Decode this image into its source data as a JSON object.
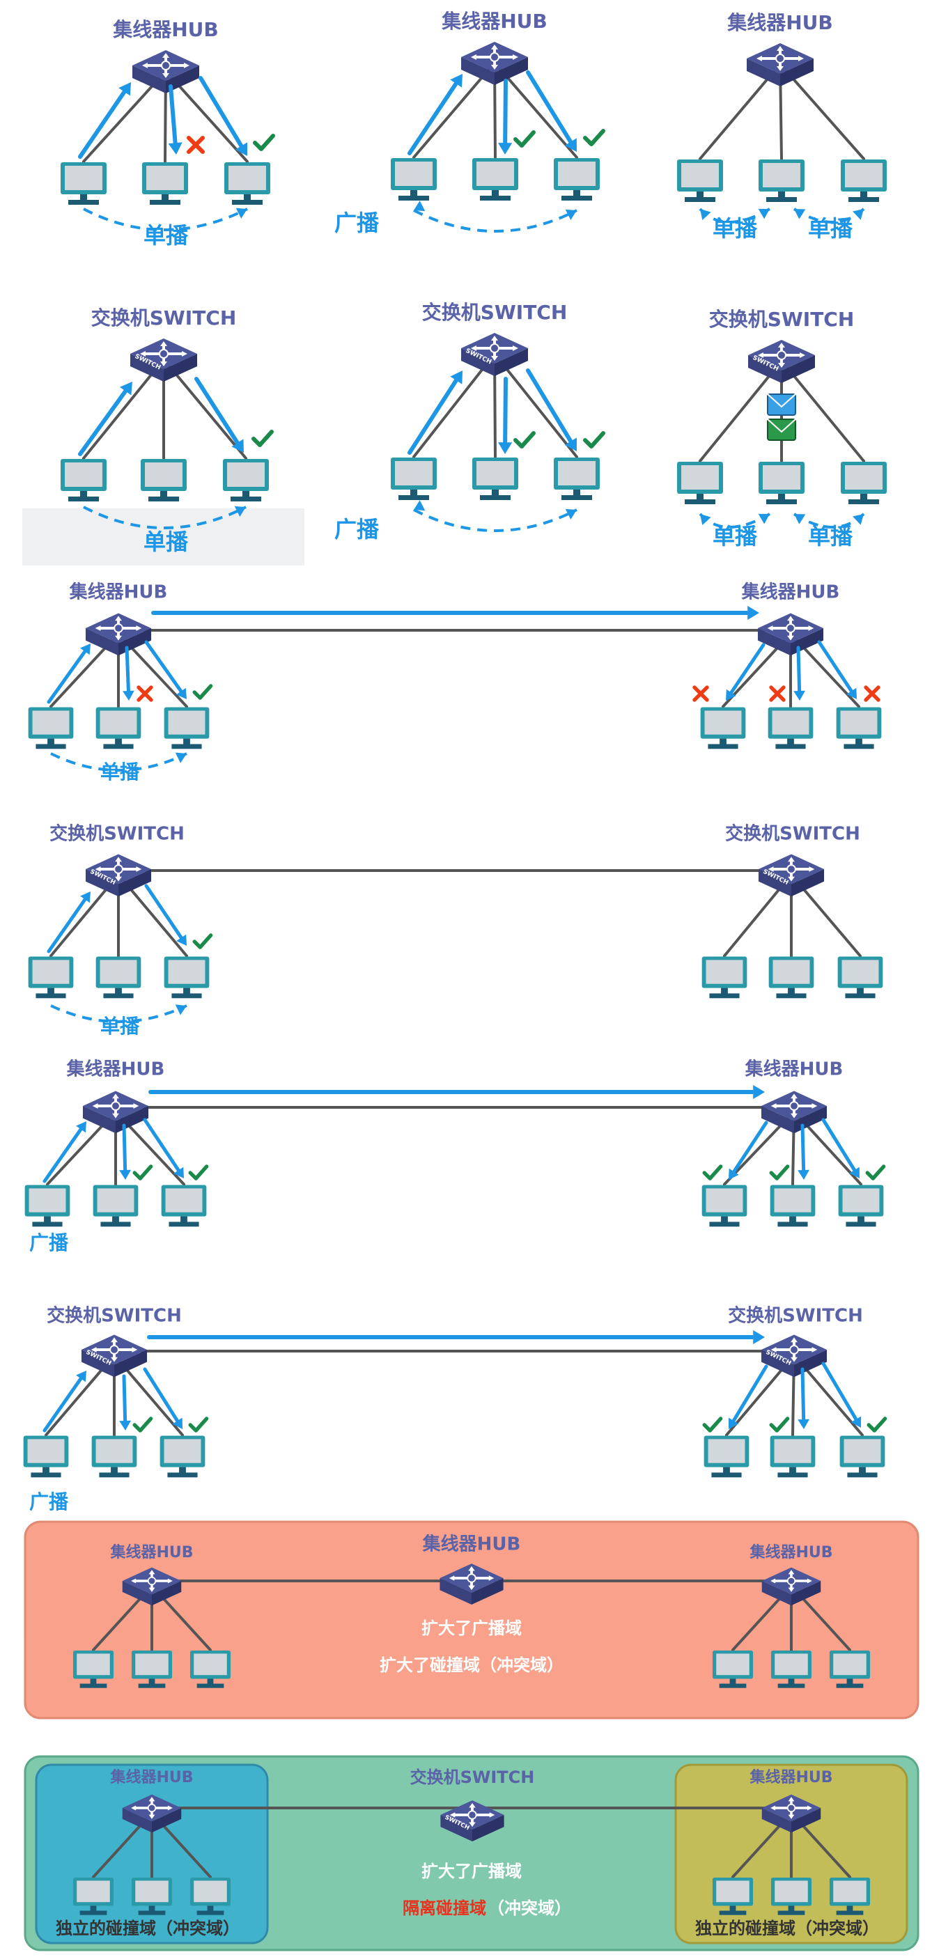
{
  "labels": {
    "hub": "集线器HUB",
    "switch": "交换机SWITCH",
    "switch_tag": "SWITCH",
    "unicast": "单播",
    "broadcast": "广播",
    "expand_broadcast": "扩大了广播域",
    "expand_collision": "扩大了碰撞域（冲突域）",
    "isolate_collision_red": "隔离碰撞域",
    "isolate_collision_rest": "（冲突域）",
    "independent_collision": "独立的碰撞域（冲突域）"
  },
  "colors": {
    "device_title": "#5a62a8",
    "arrow": "#1e96e6",
    "line": "#555555",
    "check": "#1a8a4a",
    "cross": "#f03c14",
    "hub_top": "#4b569b",
    "monitor": "#2a9aa8",
    "panel_red": "#f9a18b",
    "panel_green": "#80c9ad",
    "panel_blue": "#41b2cc",
    "panel_olive": "#c2bd59",
    "red_text": "#e8321e",
    "envelope_blue": "#3aa0e6",
    "envelope_green": "#2a9a4a"
  }
}
